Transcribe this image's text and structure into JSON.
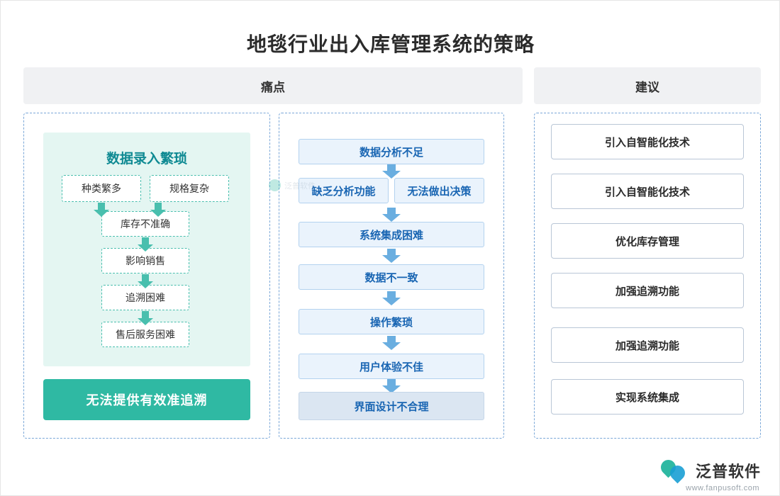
{
  "title": "地毯行业出入库管理系统的策略",
  "headers": {
    "pain": "痛点",
    "suggestion": "建议"
  },
  "left_panel": {
    "group_title": "数据录入繁琐",
    "nodes": [
      "种类繁多",
      "规格复杂",
      "库存不准确",
      "影响销售",
      "追溯困难",
      "售后服务困难"
    ],
    "summary": "无法提供有效准追溯"
  },
  "middle_panel": {
    "nodes": [
      "数据分析不足",
      "缺乏分析功能",
      "无法做出决策",
      "系统集成困难",
      "数据不一致",
      "操作繁琐",
      "用户体验不佳",
      "界面设计不合理"
    ]
  },
  "right_panel": {
    "items": [
      "引入自智能化技术",
      "引入自智能化技术",
      "优化库存管理",
      "加强追溯功能",
      "加强追溯功能",
      "实现系统集成"
    ]
  },
  "watermark": {
    "center_text": "泛普软件",
    "brand_name": "泛普软件",
    "url": "www.fanpusoft.com"
  },
  "colors": {
    "teal": "#2fb9a3",
    "blue": "#1a66b3",
    "header_bg": "#f0f1f3",
    "mint_bg": "#e4f6f2"
  }
}
